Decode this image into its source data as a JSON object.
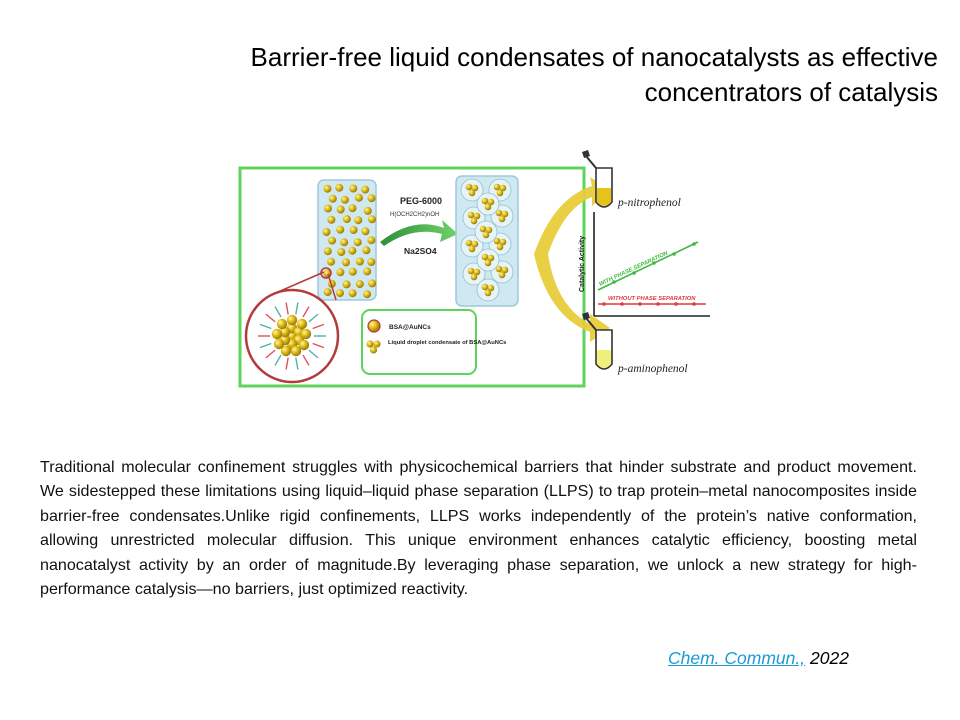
{
  "title": {
    "line1": "Barrier-free liquid condensates of nanocatalysts as effective",
    "line2": "concentrators of catalysis"
  },
  "figure": {
    "reagent": "PEG-6000",
    "reagent_formula": "H(OCH2CH2)nOH",
    "salt": "Na2SO4",
    "legend_item_1": "BSA@AuNCs",
    "legend_item_2": "Liquid droplet condensate of BSA@AuNCs",
    "substrate": "p-nitrophenol",
    "product": "p-aminophenol",
    "y_axis_label": "Catalytic Activity",
    "line_with": "WITH PHASE SEPARATION",
    "line_without": "WITHOUT PHASE SEPARATION",
    "colors": {
      "frame": "#5fd35a",
      "gold": "#e3c21f",
      "droplet": "#cde7f0",
      "with_line": "#3fb83f",
      "without_line": "#e03a3a",
      "arrow": "#e8cc3a"
    }
  },
  "abstract": "Traditional molecular confinement struggles with physicochemical barriers that hinder substrate and product movement. We sidestepped these limitations using liquid–liquid phase separation (LLPS) to trap protein–metal nanocomposites inside barrier-free condensates.Unlike rigid confinements, LLPS works independently of the protein’s native conformation, allowing unrestricted molecular diffusion. This unique environment enhances catalytic efficiency, boosting metal nanocatalyst activity by an order of magnitude.By leveraging phase separation, we unlock a new strategy for high-performance catalysis—no barriers, just optimized reactivity.",
  "citation": {
    "journal": "Chem. Commun.,",
    "year": "2022"
  }
}
